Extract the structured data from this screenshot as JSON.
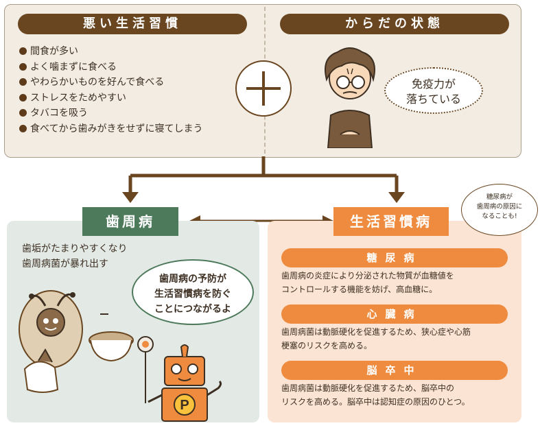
{
  "bad_habits": {
    "title": "悪い生活習慣",
    "items": [
      "間食が多い",
      "よく噛まずに食べる",
      "やわらかいものを好んで食べる",
      "ストレスをためやすい",
      "タバコを吸う",
      "食べてから歯みがきをせずに寝てしまう"
    ]
  },
  "body_state": {
    "title": "からだの状態",
    "bubble_lines": [
      "免疫力が",
      "落ちている"
    ]
  },
  "periodontal": {
    "title": "歯周病",
    "text_lines": [
      "歯垢がたまりやすくなり",
      "歯周病菌が暴れ出す"
    ],
    "bubble_lines": [
      "歯周病の予防が",
      "生活習慣病を防ぐ",
      "ことにつながるよ"
    ],
    "robot_letter": "P"
  },
  "lifestyle_disease": {
    "title": "生活習慣病",
    "bubble_lines": [
      "糖尿病が",
      "歯周病の原因に",
      "なることも!"
    ],
    "diseases": [
      {
        "name": "糖尿病",
        "desc_lines": [
          "歯周病の炎症により分泌された物質が血糖値を",
          "コントロールする機能を妨げ、高血糖に。"
        ]
      },
      {
        "name": "心臓病",
        "desc_lines": [
          "歯周病菌は動脈硬化を促進するため、狭心症や心筋",
          "梗塞のリスクを高める。"
        ]
      },
      {
        "name": "脳卒中",
        "desc_lines": [
          "歯周病菌は動脈硬化を促進するため、脳卒中の",
          "リスクを高める。脳卒中は認知症の原因のひとつ。"
        ]
      }
    ]
  },
  "colors": {
    "brown": "#6a4620",
    "green": "#4e7a5c",
    "orange": "#ef8b3e",
    "top_bg": "#f2ece2",
    "left_bg": "#e3eae6",
    "right_bg": "#fbe4d3"
  }
}
